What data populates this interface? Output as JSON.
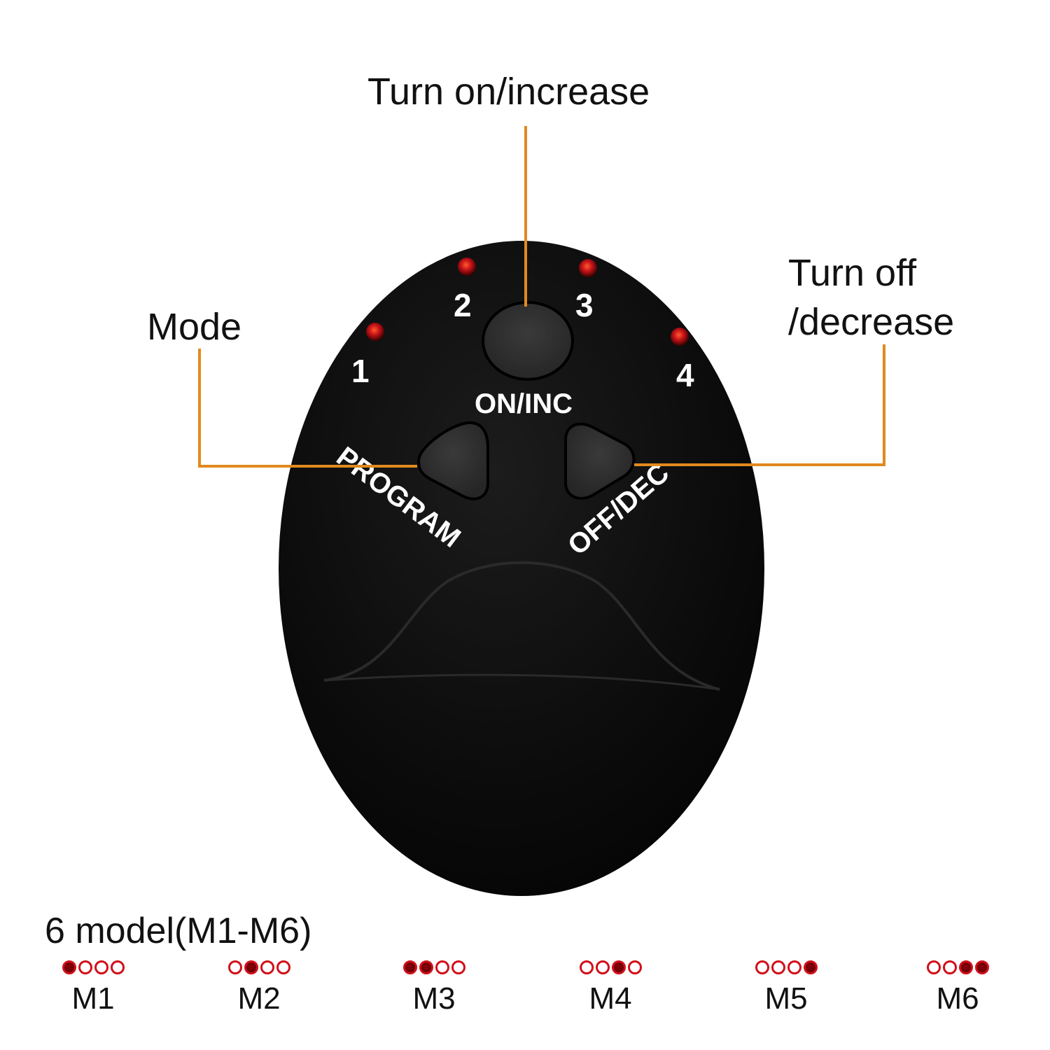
{
  "callouts": {
    "top": "Turn on/increase",
    "left": "Mode",
    "right_line1": "Turn off",
    "right_line2": "/decrease"
  },
  "device": {
    "leds": [
      "1",
      "2",
      "3",
      "4"
    ],
    "on_inc_label": "ON/INC",
    "program_label": "PROGRAM",
    "off_dec_label": "OFF/DEC"
  },
  "colors": {
    "leader_line": "#e08a1e",
    "led": "#d0101a",
    "body": "#0e0e0e"
  },
  "modes": {
    "title": "6 model(M1-M6)",
    "items": [
      {
        "label": "M1",
        "lit": [
          1,
          0,
          0,
          0
        ]
      },
      {
        "label": "M2",
        "lit": [
          0,
          1,
          0,
          0
        ]
      },
      {
        "label": "M3",
        "lit": [
          1,
          1,
          0,
          0
        ]
      },
      {
        "label": "M4",
        "lit": [
          0,
          0,
          1,
          0
        ]
      },
      {
        "label": "M5",
        "lit": [
          0,
          0,
          0,
          1
        ]
      },
      {
        "label": "M6",
        "lit": [
          0,
          0,
          1,
          1
        ]
      }
    ]
  }
}
